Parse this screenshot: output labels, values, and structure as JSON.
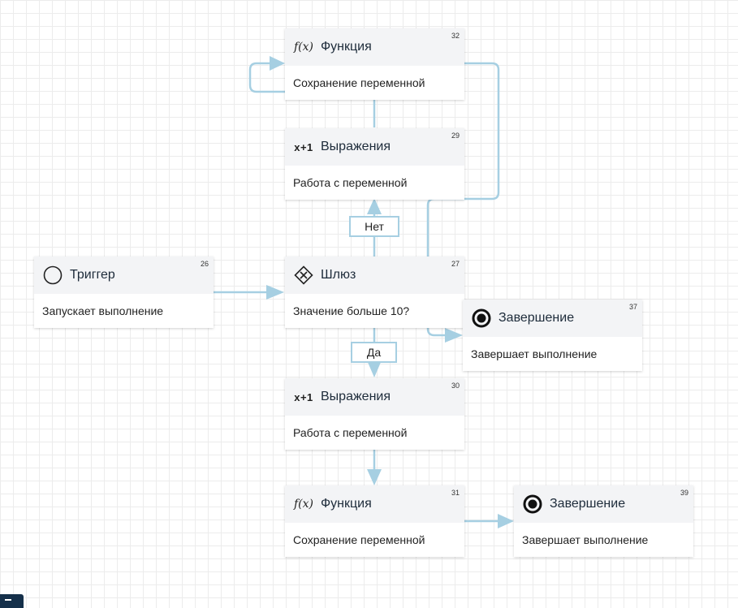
{
  "nodes": {
    "trigger_26": {
      "id": "26",
      "title": "Триггер",
      "description": "Запускает выполнение",
      "icon": "circle-icon"
    },
    "gateway_27": {
      "id": "27",
      "title": "Шлюз",
      "description": "Значение больше 10?",
      "icon": "gateway-diamond-icon"
    },
    "expressions_29": {
      "id": "29",
      "title": "Выражения",
      "icon_text": "x+1",
      "description": "Работа с переменной",
      "icon": "x-plus-one-icon"
    },
    "expressions_30": {
      "id": "30",
      "title": "Выражения",
      "icon_text": "x+1",
      "description": "Работа с переменной",
      "icon": "x-plus-one-icon"
    },
    "function_31": {
      "id": "31",
      "title": "Функция",
      "icon_text": "f(x)",
      "description": "Сохранение переменной",
      "icon": "function-fx-icon"
    },
    "function_32": {
      "id": "32",
      "title": "Функция",
      "icon_text": "f(x)",
      "description": "Сохранение переменной",
      "icon": "function-fx-icon"
    },
    "end_37": {
      "id": "37",
      "title": "Завершение",
      "description": "Завершает выполнение",
      "icon": "end-target-icon"
    },
    "end_39": {
      "id": "39",
      "title": "Завершение",
      "description": "Завершает выполнение",
      "icon": "end-target-icon"
    }
  },
  "edge_labels": {
    "no": "Нет",
    "yes": "Да"
  },
  "colors": {
    "edge": "#a6cfe2",
    "node_header": "#f3f4f6",
    "corner_button": "#15304a"
  }
}
